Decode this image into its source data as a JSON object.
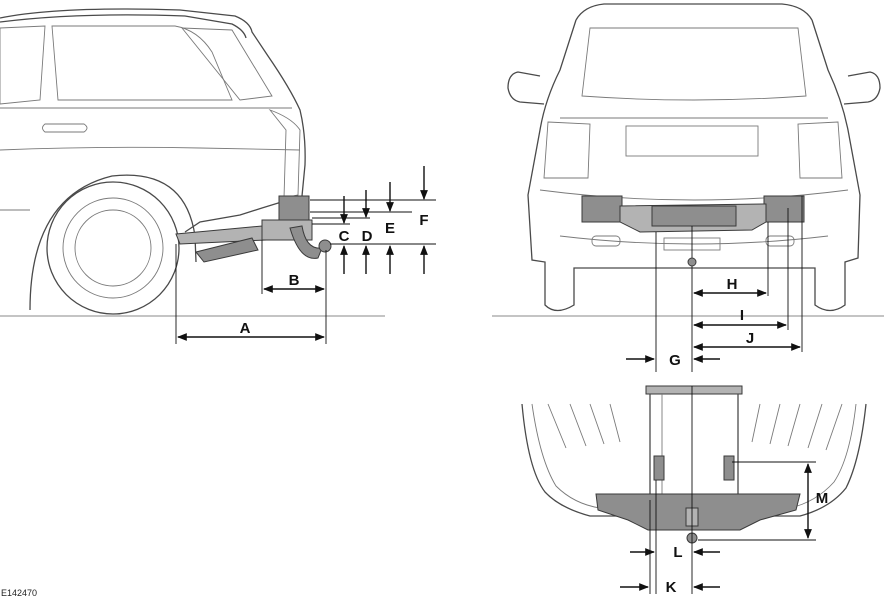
{
  "figure": {
    "reference": "E142470",
    "labels": {
      "a": "A",
      "b": "B",
      "c": "C",
      "d": "D",
      "e": "E",
      "f": "F",
      "g": "G",
      "h": "H",
      "i": "I",
      "j": "J",
      "k": "K",
      "l": "L",
      "m": "M"
    }
  }
}
